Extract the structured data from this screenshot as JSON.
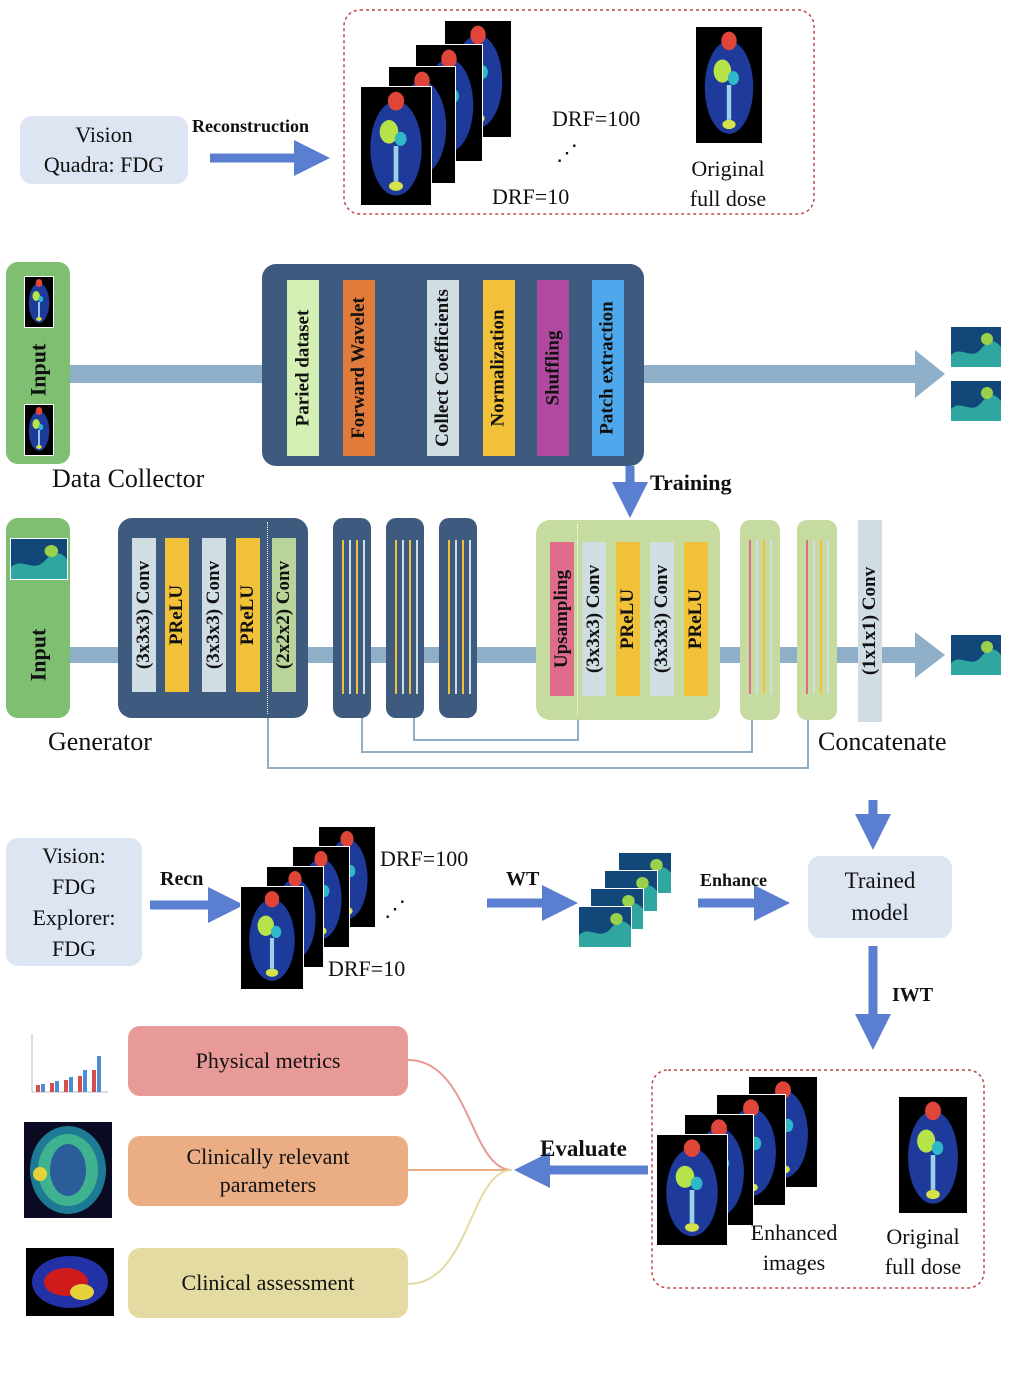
{
  "top": {
    "scanner": "Vision\nQuadra: FDG",
    "reconstruction_label": "Reconstruction",
    "drf_high": "DRF=100",
    "drf_low": "DRF=10",
    "ellipsis": "⋰",
    "original": "Original\nfull dose"
  },
  "data_collector": {
    "input_label": "Input",
    "title": "Data Collector",
    "steps": [
      {
        "label": "Paried dataset",
        "color": "#d4f0b4"
      },
      {
        "label": "Forward Wavelet",
        "color": "#e07b3c"
      },
      {
        "label": "Collect Coefficients",
        "color": "#d0dde3"
      },
      {
        "label": "Normalization",
        "color": "#f2c13a"
      },
      {
        "label": "Shuffling",
        "color": "#b04aa0"
      },
      {
        "label": "Patch extraction",
        "color": "#4fa8ec"
      }
    ],
    "training_label": "Training"
  },
  "generator": {
    "input_label": "Input",
    "title": "Generator",
    "encoder_layers": [
      {
        "label": "(3x3x3) Conv",
        "color": "#d0dde3"
      },
      {
        "label": "PReLU",
        "color": "#f2c13a"
      },
      {
        "label": "(3x3x3) Conv",
        "color": "#d0dde3"
      },
      {
        "label": "PReLU",
        "color": "#f2c13a"
      },
      {
        "label": "(2x2x2) Conv",
        "color": "#b8d49a"
      }
    ],
    "decoder_layers": [
      {
        "label": "Upsampling",
        "color": "#e06c8c"
      },
      {
        "label": "(3x3x3) Conv",
        "color": "#d0dde3"
      },
      {
        "label": "PReLU",
        "color": "#f2c13a"
      },
      {
        "label": "(3x3x3) Conv",
        "color": "#d0dde3"
      },
      {
        "label": "PReLU",
        "color": "#f2c13a"
      }
    ],
    "final_conv": "(1x1x1) Conv",
    "concatenate": "Concatenate"
  },
  "application": {
    "scanners": "Vision:\nFDG\nExplorer:\nFDG",
    "recn_label": "Recn",
    "drf_high": "DRF=100",
    "drf_low": "DRF=10",
    "ellipsis": "⋰",
    "wt_label": "WT",
    "enhance_label": "Enhance",
    "trained_model": "Trained\nmodel",
    "iwt_label": "IWT"
  },
  "evaluation": {
    "evaluate_label": "Evaluate",
    "items": [
      {
        "label": "Physical metrics",
        "color": "#e79a98"
      },
      {
        "label": "Clinically relevant\nparameters",
        "color": "#eaad84"
      },
      {
        "label": "Clinical assessment",
        "color": "#e4dba3"
      }
    ],
    "enhanced": "Enhanced\nimages",
    "original": "Original\nfull dose"
  },
  "colors": {
    "arrow": "#5b7fd0",
    "pipe": "#8fafc8",
    "dark_box": "#3e5a7e",
    "green": "#7fbf72",
    "light_green": "#c5dba0",
    "lavender": "#dde4f2",
    "dotted_red": "#c04848"
  }
}
